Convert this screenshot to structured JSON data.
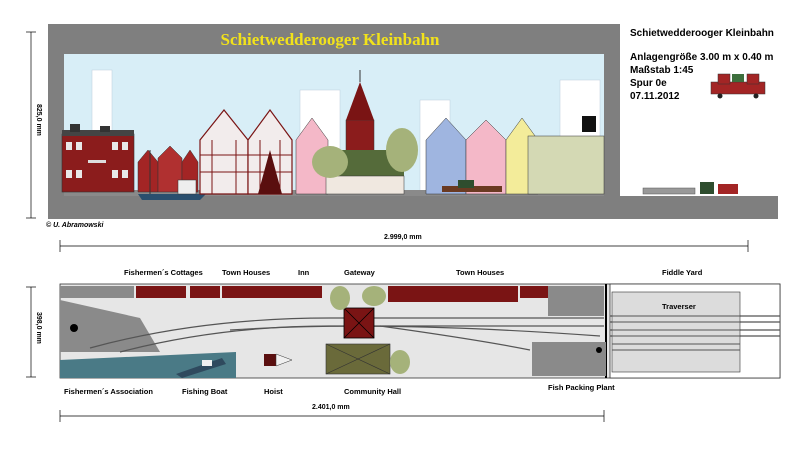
{
  "elevation": {
    "title": "Schietwedderooger Kleinbahn",
    "height_label": "825,0 mm",
    "width_label": "2.999,0 mm",
    "copyright": "© U. Abramowski"
  },
  "info": {
    "name": "Schietwedderooger Kleinbahn",
    "size": "Anlagengröße 3.00 m x 0.40 m",
    "scale": "Maßstab 1:45",
    "gauge": "Spur 0e",
    "date": "07.11.2012"
  },
  "plan": {
    "depth_label": "398,0 mm",
    "width_label": "2.401,0 mm",
    "labels_top": {
      "cottages": "Fishermen´s Cottages",
      "town_houses_1": "Town Houses",
      "inn": "Inn",
      "gateway": "Gateway",
      "town_houses_2": "Town Houses",
      "fiddle_yard": "Fiddle Yard"
    },
    "labels_bottom": {
      "association": "Fishermen´s Association",
      "fishing_boat": "Fishing Boat",
      "hoist": "Hoist",
      "community_hall": "Community Hall",
      "fish_packing": "Fish Packing Plant"
    },
    "traverser": "Traverser"
  },
  "colors": {
    "frame": "#7f7f7f",
    "sky": "#d8eef7",
    "title": "#f2e21a",
    "red_roof": "#7a1414",
    "track": "#555555"
  }
}
